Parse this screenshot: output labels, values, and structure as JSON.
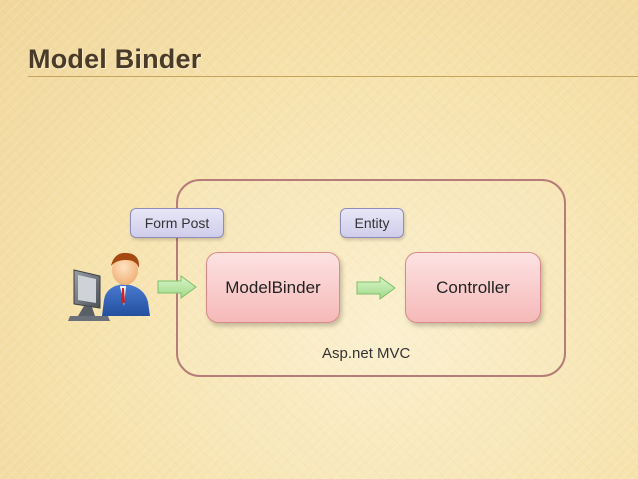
{
  "slide": {
    "title": "Model Binder"
  },
  "diagram": {
    "container_label": "Asp.net MVC",
    "tags": {
      "form_post": "Form Post",
      "entity": "Entity"
    },
    "nodes": {
      "modelbinder": "ModelBinder",
      "controller": "Controller"
    },
    "icons": {
      "user": "user-at-computer-icon",
      "arrow": "right-arrow-icon"
    },
    "colors": {
      "container_border": "#b57c79",
      "node_fill": "#f6b9b9",
      "tag_fill": "#cfcdea",
      "arrow_fill": "#b9e8a6"
    }
  }
}
